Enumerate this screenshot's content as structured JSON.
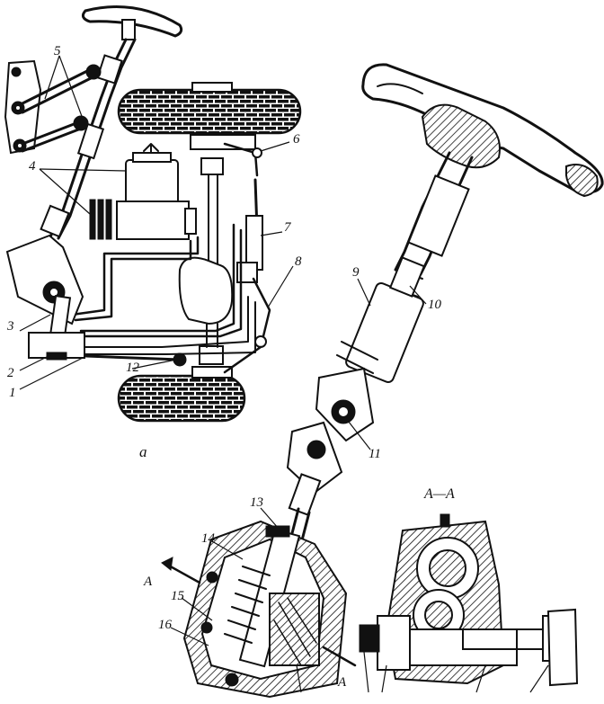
{
  "figure": {
    "subfigure_label": "a",
    "section_label": "А—А",
    "section_arrow_label": "А",
    "callouts": [
      "1",
      "2",
      "3",
      "4",
      "5",
      "6",
      "7",
      "8",
      "9",
      "10",
      "11",
      "12",
      "13",
      "14",
      "15",
      "16"
    ]
  },
  "colors": {
    "ink": "#111111",
    "paper": "#ffffff"
  }
}
